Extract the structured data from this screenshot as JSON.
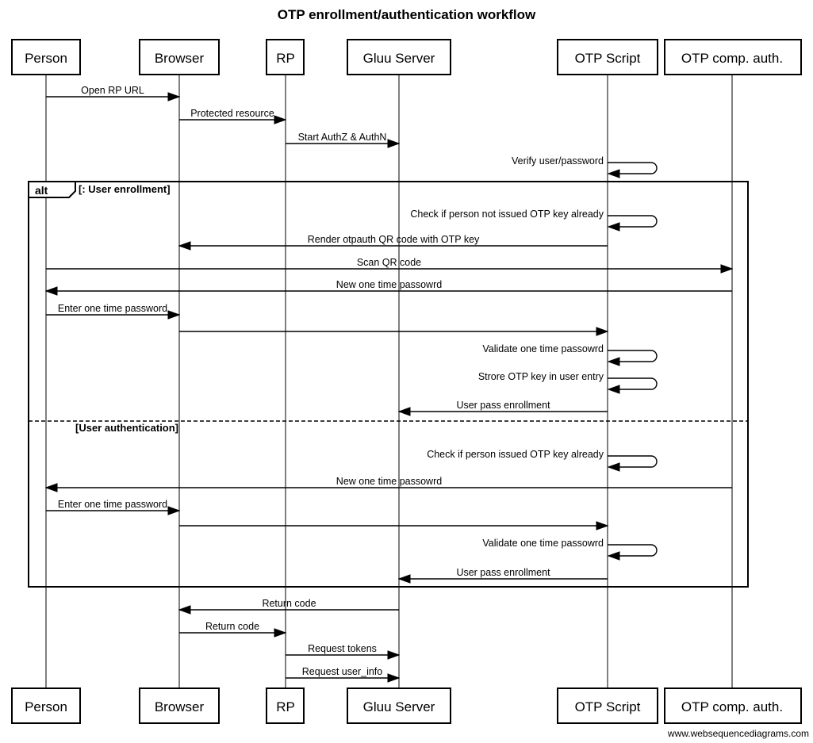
{
  "title": "OTP enrollment/authentication workflow",
  "watermark": "www.websequencediagrams.com",
  "colors": {
    "background": "#ffffff",
    "line": "#000000",
    "text": "#000000"
  },
  "diagram": {
    "type": "sequence",
    "actors": [
      {
        "id": "person",
        "label": "Person"
      },
      {
        "id": "browser",
        "label": "Browser"
      },
      {
        "id": "rp",
        "label": "RP"
      },
      {
        "id": "gluu",
        "label": "Gluu Server"
      },
      {
        "id": "otp_script",
        "label": "OTP Script"
      },
      {
        "id": "otp_comp",
        "label": "OTP comp. auth."
      }
    ],
    "frame": {
      "operator": "alt",
      "sections": [
        {
          "condition": "[: User enrollment]"
        },
        {
          "condition": "[User authentication]"
        }
      ]
    },
    "messages": [
      {
        "from": "person",
        "to": "browser",
        "type": "arrow",
        "label": "Open RP URL"
      },
      {
        "from": "browser",
        "to": "rp",
        "type": "arrow",
        "label": "Protected resource"
      },
      {
        "from": "rp",
        "to": "gluu",
        "type": "arrow",
        "label": "Start AuthZ & AuthN"
      },
      {
        "from": "otp_script",
        "to": "otp_script",
        "type": "self",
        "label": "Verify user/password"
      },
      {
        "from": "otp_script",
        "to": "otp_script",
        "type": "self",
        "label": "Check if person not issued OTP key already"
      },
      {
        "from": "otp_script",
        "to": "browser",
        "type": "arrow",
        "label": "Render otpauth QR code with OTP key"
      },
      {
        "from": "person",
        "to": "otp_comp",
        "type": "arrow",
        "label": "Scan QR code"
      },
      {
        "from": "otp_comp",
        "to": "person",
        "type": "arrow",
        "label": "New one time passowrd"
      },
      {
        "from": "person",
        "to": "browser",
        "type": "arrow",
        "label": "Enter one time password"
      },
      {
        "from": "browser",
        "to": "otp_script",
        "type": "arrow",
        "label": ""
      },
      {
        "from": "otp_script",
        "to": "otp_script",
        "type": "self",
        "label": "Validate one time passowrd"
      },
      {
        "from": "otp_script",
        "to": "otp_script",
        "type": "self",
        "label": "Strore OTP key in user entry"
      },
      {
        "from": "otp_script",
        "to": "gluu",
        "type": "arrow",
        "label": "User pass enrollment"
      },
      {
        "from": "otp_script",
        "to": "otp_script",
        "type": "self",
        "label": "Check if person issued OTP key already"
      },
      {
        "from": "otp_comp",
        "to": "person",
        "type": "arrow",
        "label": "New one time passowrd"
      },
      {
        "from": "person",
        "to": "browser",
        "type": "arrow",
        "label": "Enter one time password"
      },
      {
        "from": "browser",
        "to": "otp_script",
        "type": "arrow",
        "label": ""
      },
      {
        "from": "otp_script",
        "to": "otp_script",
        "type": "self",
        "label": "Validate one time passowrd"
      },
      {
        "from": "otp_script",
        "to": "gluu",
        "type": "arrow",
        "label": "User pass enrollment"
      },
      {
        "from": "gluu",
        "to": "browser",
        "type": "arrow",
        "label": "Return code"
      },
      {
        "from": "browser",
        "to": "rp",
        "type": "arrow",
        "label": "Return code"
      },
      {
        "from": "rp",
        "to": "gluu",
        "type": "arrow",
        "label": "Request tokens"
      },
      {
        "from": "rp",
        "to": "gluu",
        "type": "arrow",
        "label": "Request user_info"
      }
    ]
  }
}
